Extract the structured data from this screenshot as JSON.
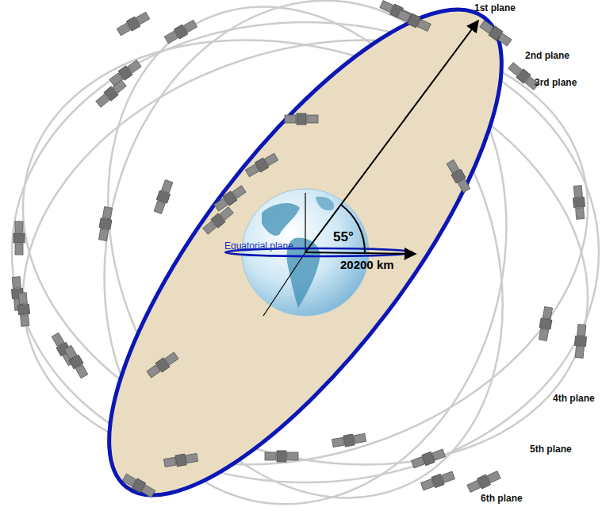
{
  "diagram": {
    "labels": [
      "1st plane",
      "2nd plane",
      "3rd plane",
      "4th plane",
      "5th plane",
      "6th plane",
      "Equatorial plane",
      "55°",
      "20200 km"
    ]
  }
}
